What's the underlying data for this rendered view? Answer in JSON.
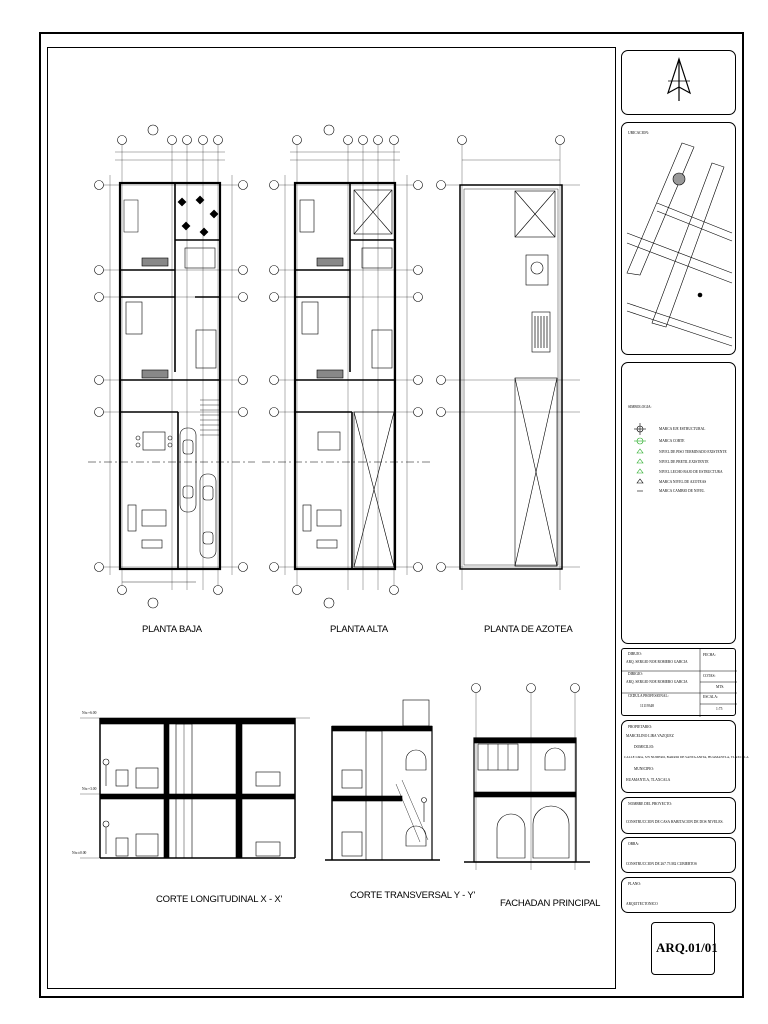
{
  "views": {
    "planta_baja": "PLANTA BAJA",
    "planta_alta": "PLANTA ALTA",
    "planta_azotea": "PLANTA DE AZOTEA",
    "corte_longitudinal": "CORTE LONGITUDINAL X - X'",
    "corte_transversal": "CORTE TRANSVERSAL Y - Y'",
    "fachada": "FACHADAN PRINCIPAL"
  },
  "title_block": {
    "ubicacion_label": "UBICACION:",
    "simbologia_label": "SIMBOLOGIA:",
    "simbologia_items": [
      "MARCA EJE ESTRUCTURAL",
      "MARCA CORTE",
      "NIVEL DE PISO TERMINADO EXISTENTE",
      "NIVEL DE PRETIL EXISTENTE",
      "NIVEL LECHO BAJO DE ESTRUCTURA",
      "MARCA NIVEL DE AZOTEAS",
      "MARCA CAMBIO DE NIVEL"
    ],
    "dibujo_label": "DIBUJO:",
    "dibujo_value": "ARQ. SERGIO NOE ROMERO GARCIA",
    "dirigio_label": "DIRIGIO:",
    "dirigio_value": "ARQ. SERGIO NOE ROMERO GARCIA",
    "cedula_label": "CEDULA PROFESIONAL:",
    "cedula_value": "11119348",
    "fecha_label": "FECHA:",
    "cotas_label": "COTAS:",
    "cotas_value": "MTS.",
    "escala_label": "ESCALA:",
    "escala_value": "1:75",
    "propietario_label": "PROPIETARIO:",
    "propietario_value": "MARCELINO LIRA VAZQUEZ",
    "domicilio_label": "DOMICILIO:",
    "domicilio_value": "CALLE LIRA, S/N NUMERO, BARRIO DE SANTA ANITA, HUAMANTLA, TLAXCALA",
    "municipio_label": "MUNICIPIO:",
    "municipio_value": "HUAMANTLA, TLAXCALA",
    "proyecto_label": "NOMBRE DEL PROYECTO:",
    "proyecto_value": "CONSTRUCCION DE CASA HABITACION DE DOS NIVELES.",
    "obra_label": "OBRA:",
    "obra_value": "CONSTRUCCION DE 267.73 M2 CUBIERTOS",
    "plano_label": "PLANO:",
    "plano_value": "ARQUITECTONICO",
    "plano_code": "ARQ.01/01"
  }
}
